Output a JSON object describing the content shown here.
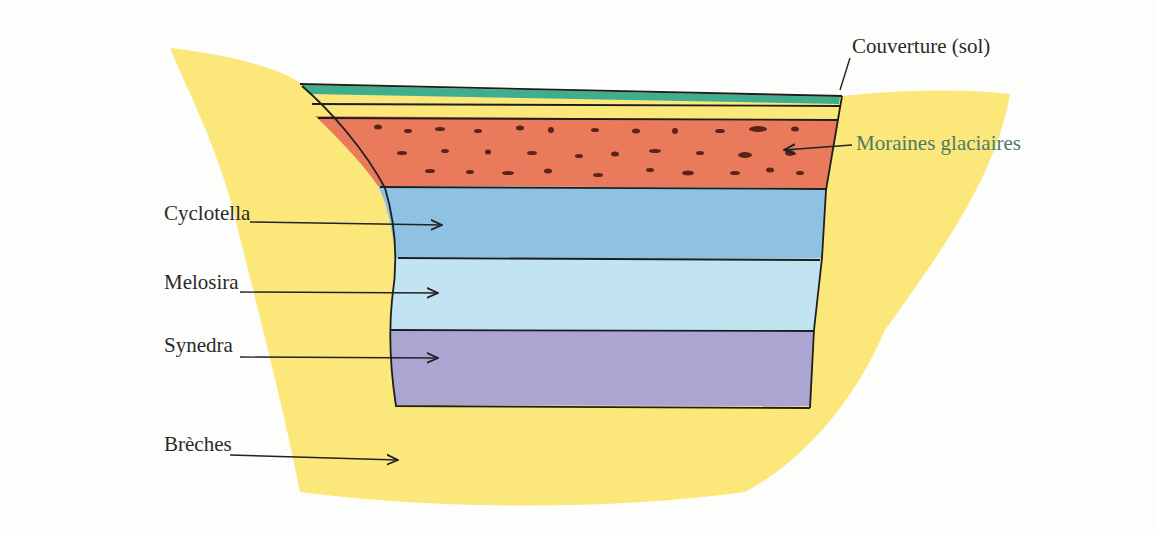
{
  "diagram": {
    "labels": [
      "Couverture (sol)",
      "Moraines glaciaires",
      "Cyclotella",
      "Melosira",
      "Synedra",
      "Brèches"
    ]
  }
}
